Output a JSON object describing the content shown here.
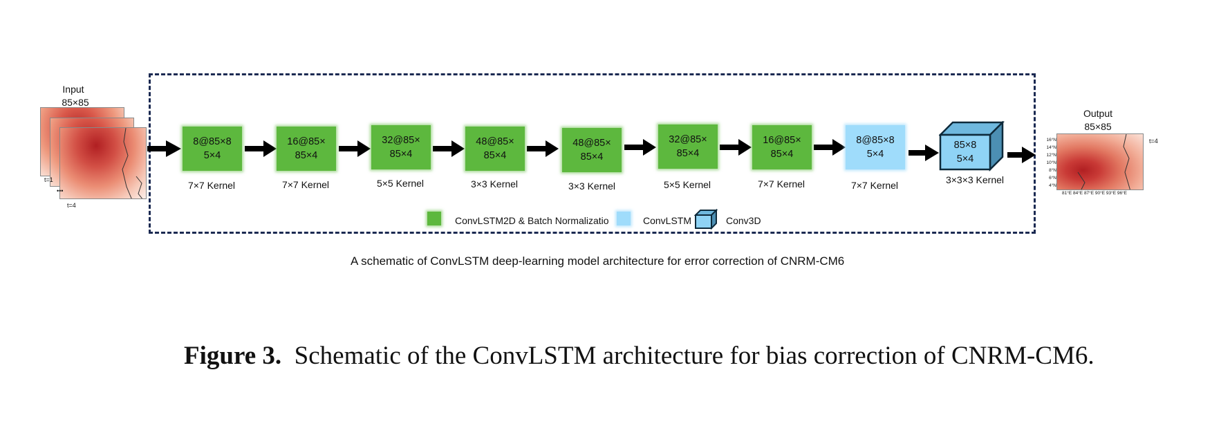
{
  "input": {
    "title": "Input",
    "size": "85×85",
    "t_first": "t=1",
    "ellipsis": "•••",
    "t_last": "t=4"
  },
  "output": {
    "title": "Output",
    "size": "85×85",
    "t_label": "t=4",
    "lat_ticks": [
      "16°N",
      "14°N",
      "12°N",
      "10°N",
      "8°N",
      "6°N",
      "4°N"
    ],
    "lon_ticks": "81°E 84°E 87°E 90°E 93°E 96°E"
  },
  "layers": [
    {
      "line1": "8@85×8",
      "line2": "5×4",
      "kernel": "7×7 Kernel",
      "type": "convlstm2d-bn"
    },
    {
      "line1": "16@85×",
      "line2": "85×4",
      "kernel": "7×7 Kernel",
      "type": "convlstm2d-bn"
    },
    {
      "line1": "32@85×",
      "line2": "85×4",
      "kernel": "5×5 Kernel",
      "type": "convlstm2d-bn"
    },
    {
      "line1": "48@85×",
      "line2": "85×4",
      "kernel": "3×3 Kernel",
      "type": "convlstm2d-bn"
    },
    {
      "line1": "48@85×",
      "line2": "85×4",
      "kernel": "3×3 Kernel",
      "type": "convlstm2d-bn"
    },
    {
      "line1": "32@85×",
      "line2": "85×4",
      "kernel": "5×5 Kernel",
      "type": "convlstm2d-bn"
    },
    {
      "line1": "16@85×",
      "line2": "85×4",
      "kernel": "7×7 Kernel",
      "type": "convlstm2d-bn"
    },
    {
      "line1": "8@85×8",
      "line2": "5×4",
      "kernel": "7×7 Kernel",
      "type": "convlstm"
    },
    {
      "line1": "85×8",
      "line2": "5×4",
      "kernel": "3×3×3 Kernel",
      "type": "conv3d"
    }
  ],
  "legend": {
    "green": "ConvLSTM2D & Batch Normalizatio",
    "blue": "ConvLSTM",
    "cube": "Conv3D"
  },
  "colors": {
    "green": "#5db83e",
    "light_blue": "#9fdcfb",
    "conv3d_front": "#8fd3f5",
    "frame": "#1b2a52"
  },
  "schematic_caption": "A schematic of ConvLSTM deep-learning model architecture for error correction of CNRM-CM6",
  "figure_caption": {
    "label": "Figure 3.",
    "text": "Schematic of the ConvLSTM architecture for bias correction of CNRM-CM6."
  }
}
